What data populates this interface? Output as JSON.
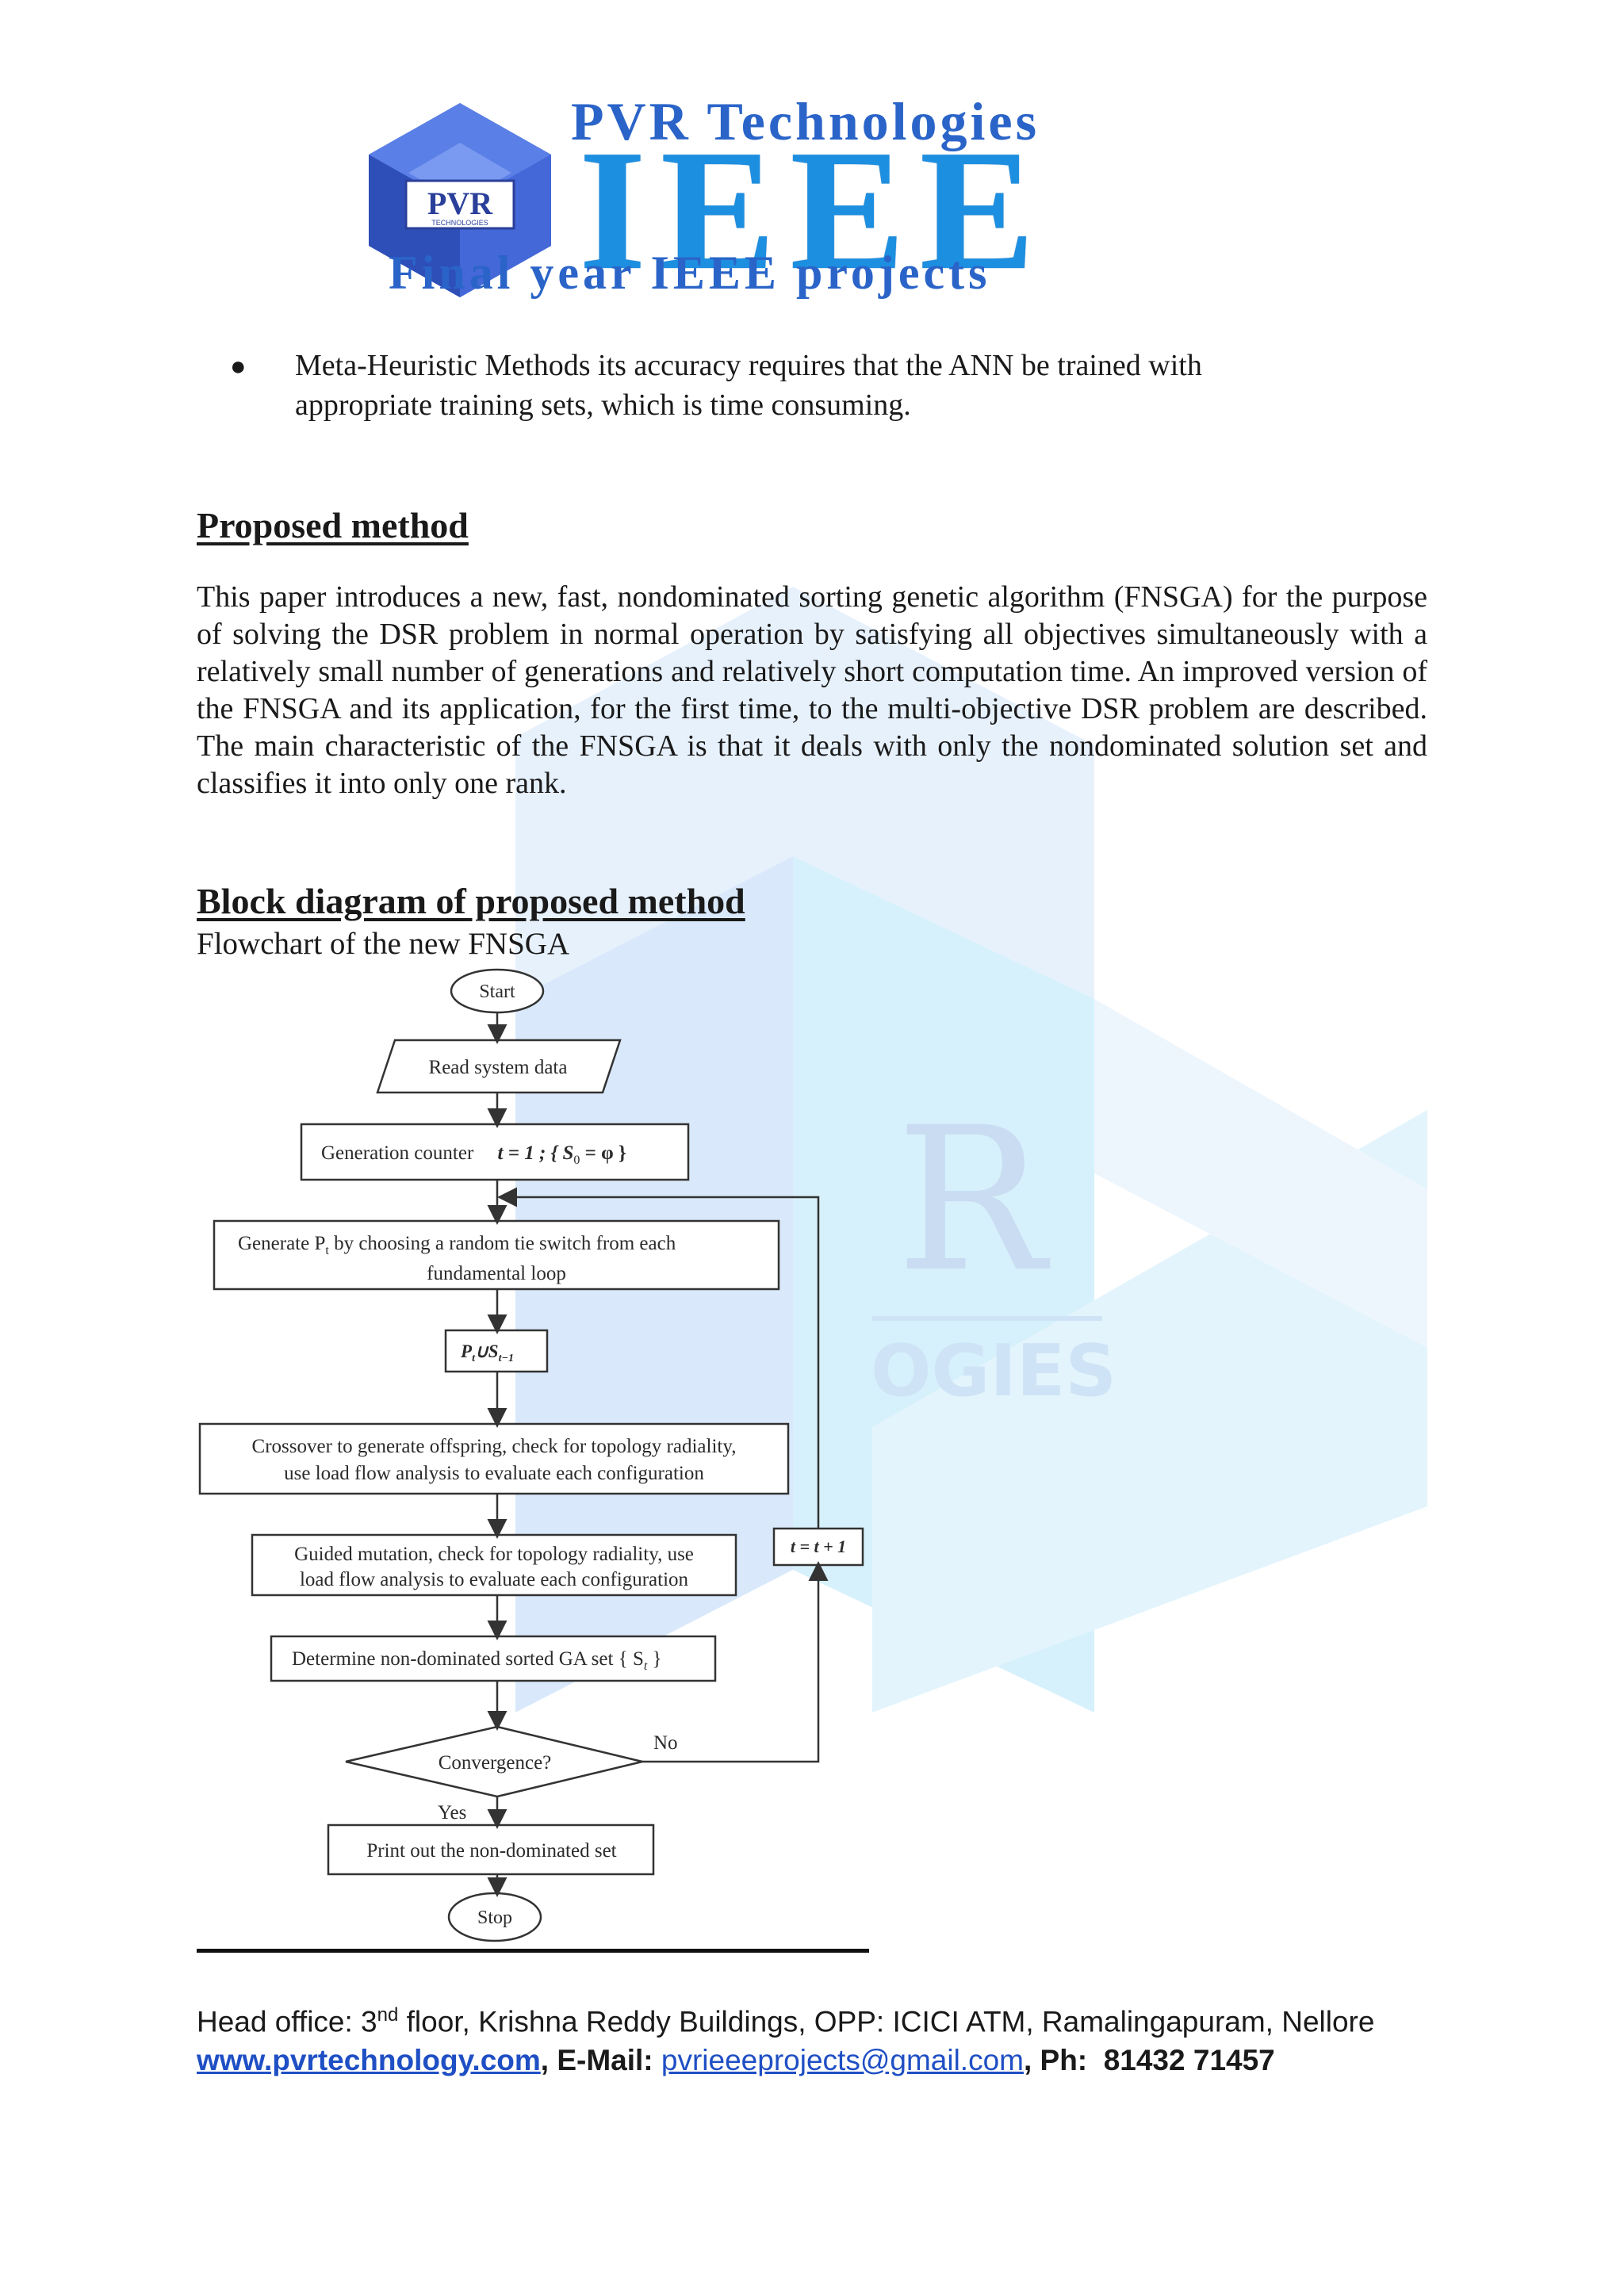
{
  "logo": {
    "badge_text": "PVR",
    "badge_subtext": "TECHNOLOGIES",
    "line1": "PVR Technologies",
    "line2": "IEEE",
    "line3": "Final year IEEE projects"
  },
  "watermark": {
    "letters": "R",
    "word": "OGIES"
  },
  "bullet": {
    "text": "Meta-Heuristic Methods its accuracy requires that the ANN be trained with appropriate training sets, which is time consuming."
  },
  "proposed": {
    "heading": "Proposed method",
    "paragraph": "This paper introduces a new, fast, nondominated sorting genetic algorithm (FNSGA) for the purpose of solving the DSR problem in normal operation by satisfying all objectives simultaneously with a relatively small number of generations and relatively short computation time. An improved version of the FNSGA and its application, for the first time, to the multi-objective DSR problem are described. The main characteristic of the FNSGA is that it deals with only the nondominated solution set and classifies it into only one rank."
  },
  "block": {
    "heading": "Block diagram of proposed method",
    "subtitle": "Flowchart of the new FNSGA"
  },
  "flowchart": {
    "start": "Start",
    "read": "Read system data",
    "counter": "Generation counter",
    "counter_eq": "t = 1 ; { S",
    "counter_sub": "0",
    "counter_tail": " = φ }",
    "generate_a": "Generate P",
    "generate_sub": "t",
    "generate_b": " by choosing a random tie switch from each",
    "generate_c": "fundamental loop",
    "union_a": "P",
    "union_sub1": "t",
    "union_b": "∪S",
    "union_sub2": "t−1",
    "crossover_1": "Crossover to generate offspring, check for topology radiality,",
    "crossover_2": "use load flow analysis to evaluate each configuration",
    "mutation_1": "Guided mutation, check for topology radiality, use",
    "mutation_2": "load flow analysis to evaluate each configuration",
    "determine_a": "Determine non-dominated sorted GA set { S",
    "determine_sub": "t",
    "determine_b": " }",
    "increment": "t = t + 1",
    "convergence": "Convergence?",
    "no": "No",
    "yes": "Yes",
    "print": "Print out the non-dominated set",
    "stop": "Stop"
  },
  "footer": {
    "line1_prefix": "Head office: 3",
    "line1_sup": "nd",
    "line1_rest": " floor, Krishna Reddy Buildings, OPP: ICICI ATM, Ramalingapuram, Nellore",
    "website": "www.pvrtechnology.com",
    "email_label": ", E-Mail: ",
    "email": "pvrieeeprojects@gmail.com",
    "phone_label": ", Ph:  ",
    "phone": "81432 71457"
  },
  "colors": {
    "logo_blue": "#2a64c8",
    "ieee_blue": "#1d8fe0",
    "link_blue": "#1f4fc4",
    "watermark_light": "#d8ecfb"
  }
}
